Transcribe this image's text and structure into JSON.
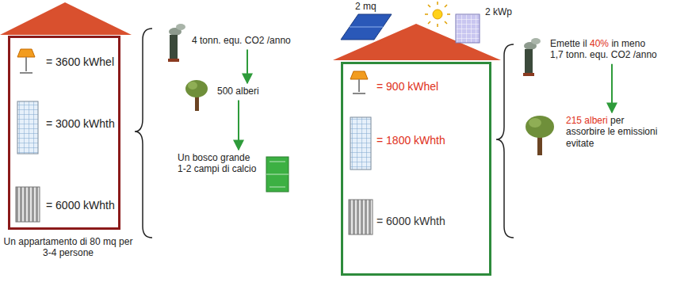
{
  "diagram": {
    "nodes": [
      {
        "text": [
          "= 3600 kWhel",
          "= 3000 kWhth",
          "= 6000 kWhth",
          "Un appartamento di 80 mq per 3-4 persone"
        ]
      },
      {
        "text": [
          "4 tonn. equ. CO2 /anno"
        ]
      },
      {
        "text": [
          "500 alberi"
        ]
      },
      {
        "text": [
          "Un bosco grande 1-2 campi di calcio"
        ]
      },
      {
        "text": [
          "= 900 kWhel",
          "= 1800 kWhth",
          "= 6000 kWhth"
        ]
      },
      {
        "text": [
          "Emette il 40% in meno",
          "1,7 tonn. equ. CO2 /anno"
        ]
      },
      {
        "text": [
          "215 alberi per assorbire le emissioni evitate"
        ]
      }
    ],
    "edges": [
      {
        "from": 1,
        "to": 2,
        "arrow": "to"
      },
      {
        "from": 2,
        "to": 3,
        "arrow": "to"
      },
      {
        "from": 5,
        "to": 6,
        "arrow": "to"
      }
    ],
    "labels": [
      "2 mq",
      "2 kWp"
    ]
  }
}
